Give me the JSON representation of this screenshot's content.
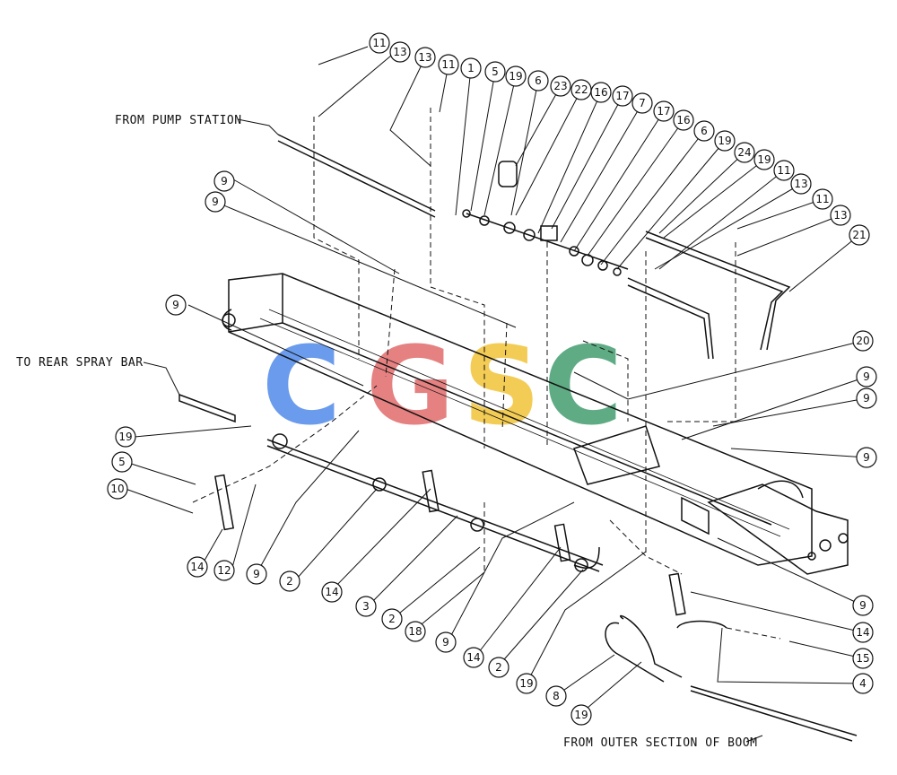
{
  "diagram": {
    "labels": {
      "from_pump_station": "FROM PUMP STATION",
      "to_rear_spray_bar": "TO REAR SPRAY BAR",
      "from_outer_section": "FROM OUTER SECTION OF BOOM"
    },
    "watermark": {
      "letters": [
        "C",
        "G",
        "S",
        "C"
      ],
      "colors": [
        "#4a86e8",
        "#e06666",
        "#f1c232",
        "#3d9a6a"
      ]
    },
    "callouts": [
      "11",
      "13",
      "13",
      "11",
      "1",
      "5",
      "19",
      "6",
      "23",
      "22",
      "16",
      "17",
      "7",
      "17",
      "16",
      "6",
      "19",
      "24",
      "19",
      "11",
      "13",
      "11",
      "13",
      "21",
      "9",
      "9",
      "9",
      "20",
      "9",
      "9",
      "9",
      "19",
      "5",
      "10",
      "14",
      "12",
      "9",
      "2",
      "14",
      "3",
      "2",
      "18",
      "9",
      "14",
      "2",
      "19",
      "8",
      "19",
      "4",
      "15",
      "14",
      "9"
    ]
  }
}
